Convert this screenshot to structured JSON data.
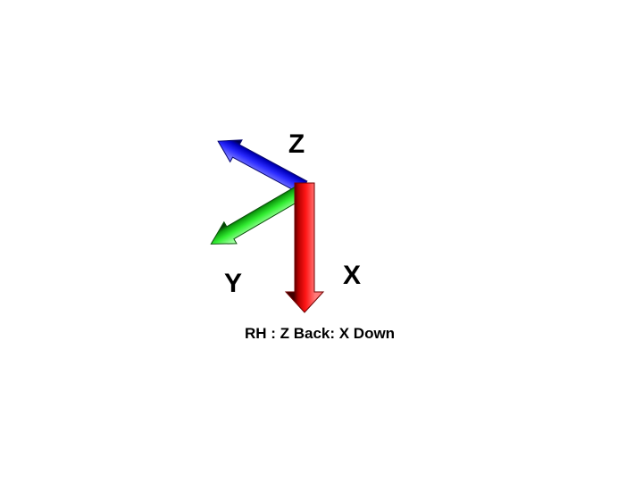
{
  "axes": {
    "z": {
      "label": "Z",
      "color": "#1a1aff"
    },
    "y": {
      "label": "Y",
      "color": "#22dd22"
    },
    "x": {
      "label": "X",
      "color": "#ff1010"
    }
  },
  "caption": "RH : Z Back: X Down"
}
